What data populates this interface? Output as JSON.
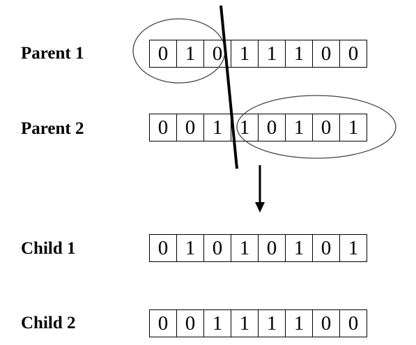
{
  "rows": [
    {
      "label": "Parent 1",
      "bits": [
        "0",
        "1",
        "0",
        "1",
        "1",
        "1",
        "0",
        "0"
      ]
    },
    {
      "label": "Parent 2",
      "bits": [
        "0",
        "0",
        "1",
        "1",
        "0",
        "1",
        "0",
        "1"
      ]
    },
    {
      "label": "Child 1",
      "bits": [
        "0",
        "1",
        "0",
        "1",
        "0",
        "1",
        "0",
        "1"
      ]
    },
    {
      "label": "Child 2",
      "bits": [
        "0",
        "0",
        "1",
        "1",
        "1",
        "1",
        "0",
        "0"
      ]
    }
  ]
}
